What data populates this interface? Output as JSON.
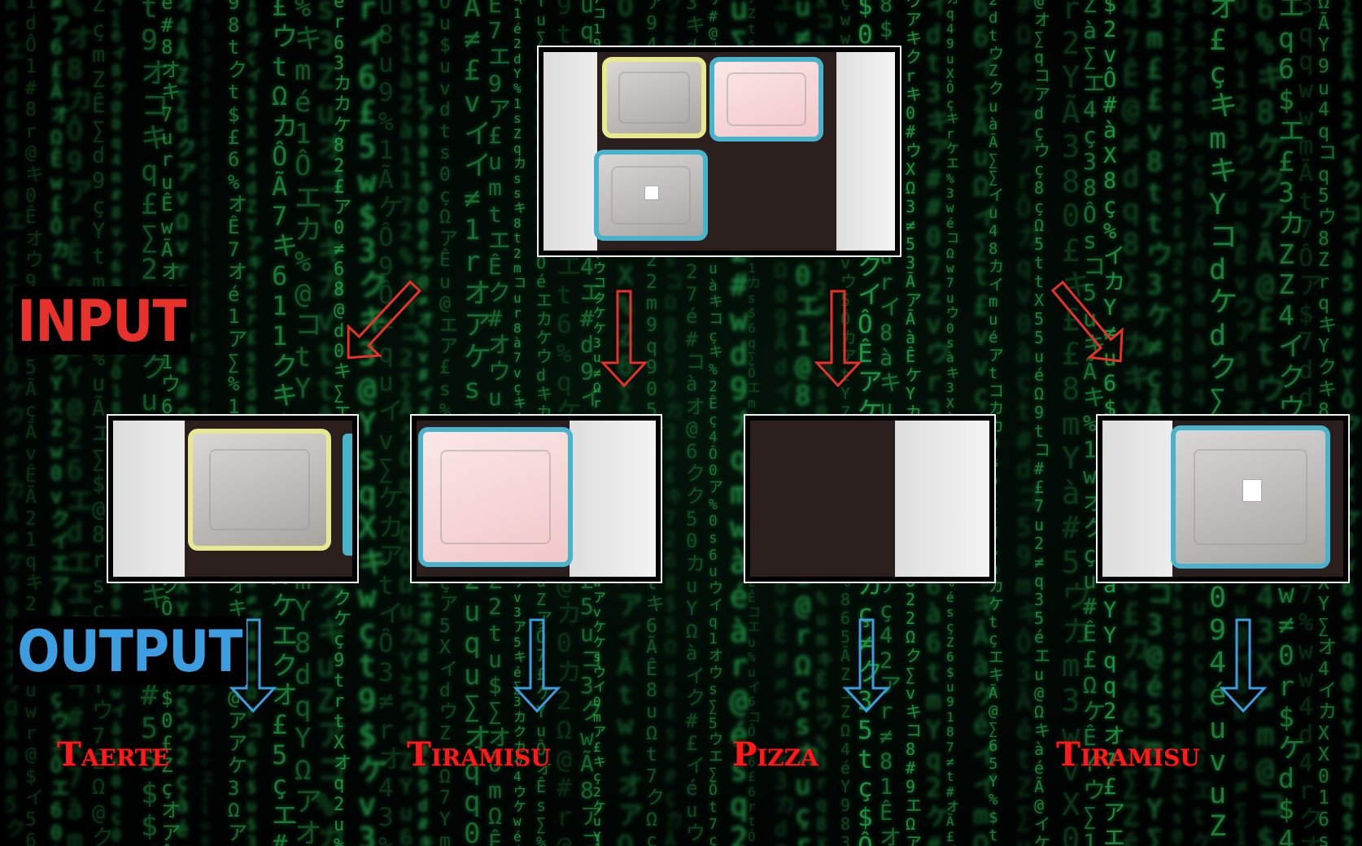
{
  "labels": {
    "input": "INPUT",
    "output": "OUTPUT"
  },
  "results": [
    "Taerte",
    "Tiramisu",
    "Pizza",
    "Tiramisu"
  ],
  "colors": {
    "input_label": "#e8312a",
    "output_label": "#3c9ee0",
    "input_arrow": "#e8312a",
    "output_arrow": "#3c9ee0",
    "result_text": "#ff1a1a",
    "matrix_green": "#2fc45a"
  },
  "icons": {
    "input_arrows": "arrow-down-outline-icon",
    "output_arrows": "arrow-down-outline-icon"
  }
}
